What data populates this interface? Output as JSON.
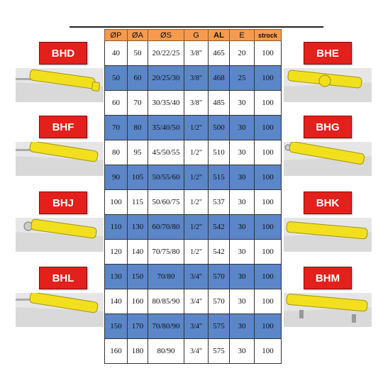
{
  "labels": {
    "bhd": "BHD",
    "bhe": "BHE",
    "bhf": "BHF",
    "bhg": "BHG",
    "bhj": "BHJ",
    "bhk": "BHK",
    "bhl": "BHL",
    "bhm": "BHM"
  },
  "table": {
    "headers": [
      "ØP",
      "ØA",
      "ØS",
      "G",
      "AL",
      "E",
      "strock"
    ],
    "rows": [
      [
        "40",
        "50",
        "20/22/25",
        "3/8\"",
        "465",
        "20",
        "100"
      ],
      [
        "50",
        "60",
        "20/25/30",
        "3/8\"",
        "468",
        "25",
        "100"
      ],
      [
        "60",
        "70",
        "30/35/40",
        "3/8\"",
        "485",
        "30",
        "100"
      ],
      [
        "70",
        "80",
        "35/40/50",
        "1/2\"",
        "500",
        "30",
        "100"
      ],
      [
        "80",
        "95",
        "45/50/55",
        "1/2\"",
        "510",
        "30",
        "100"
      ],
      [
        "90",
        "105",
        "50/55/60",
        "1/2\"",
        "515",
        "30",
        "100"
      ],
      [
        "100",
        "115",
        "50/60/75",
        "1/2\"",
        "537",
        "30",
        "100"
      ],
      [
        "110",
        "130",
        "60/70/80",
        "1/2\"",
        "542",
        "30",
        "100"
      ],
      [
        "120",
        "140",
        "70/75/80",
        "1/2\"",
        "542",
        "30",
        "100"
      ],
      [
        "130",
        "150",
        "70/80",
        "3/4\"",
        "570",
        "30",
        "100"
      ],
      [
        "140",
        "160",
        "80/85/90",
        "3/4\"",
        "570",
        "30",
        "100"
      ],
      [
        "150",
        "170",
        "70/80/90",
        "3/4\"",
        "575",
        "30",
        "100"
      ],
      [
        "160",
        "180",
        "80/90",
        "3/4\"",
        "575",
        "30",
        "100"
      ]
    ]
  },
  "colors": {
    "header_bg": "#f59a4e",
    "row_blue": "#5b86c8",
    "label_red": "#e3201b",
    "cylinder_yellow": "#f2e01e"
  }
}
